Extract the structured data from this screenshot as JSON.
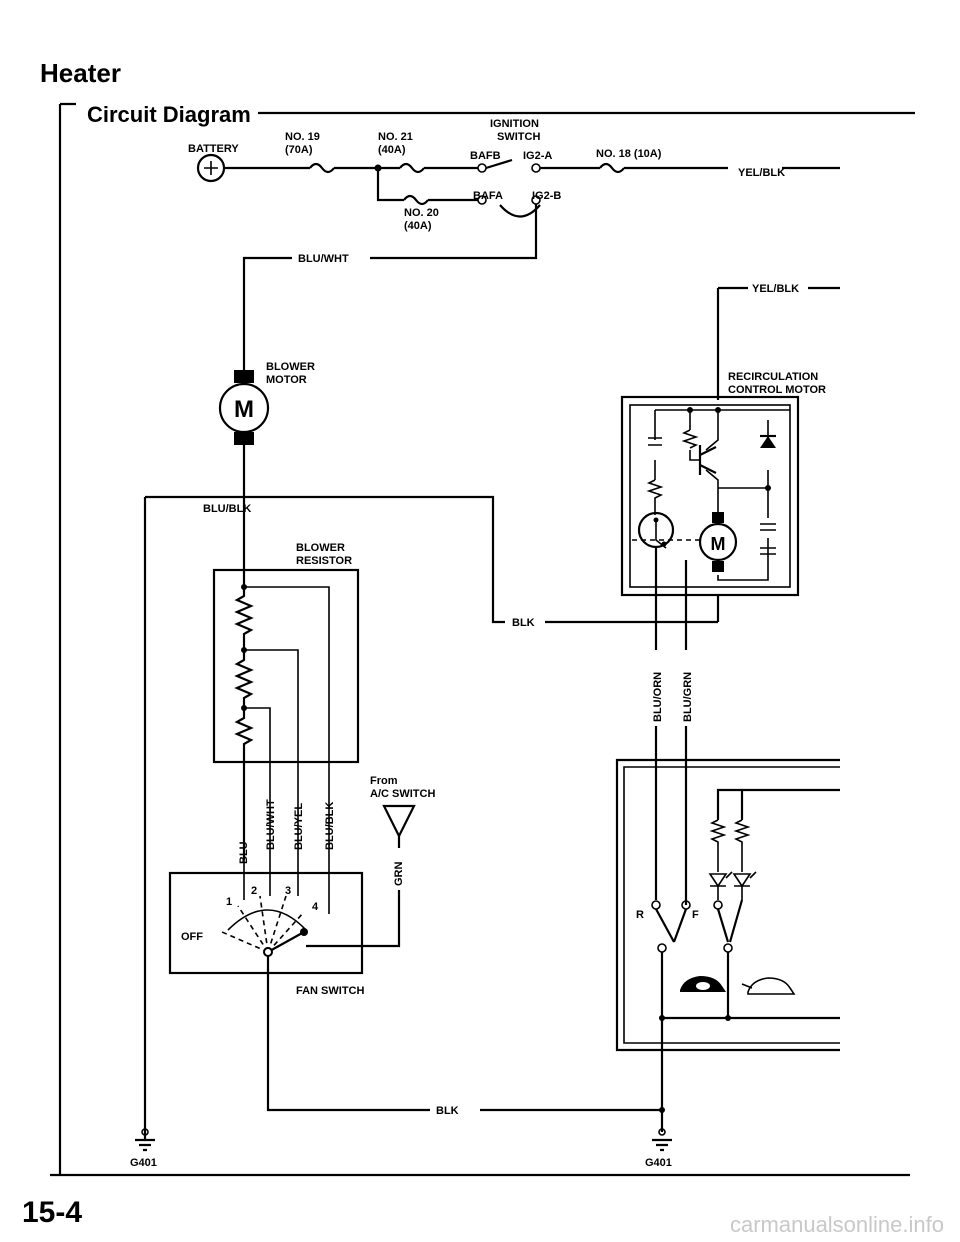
{
  "page": {
    "title": "Heater",
    "section": "Circuit Diagram",
    "page_number": "15-4",
    "watermark": "carmanualsonline.info"
  },
  "power": {
    "battery": "BATTERY",
    "fuse19_name": "NO. 19",
    "fuse19_rating": "(70A)",
    "fuse21_name": "NO. 21",
    "fuse21_rating": "(40A)",
    "fuse20_name": "NO. 20",
    "fuse20_rating": "(40A)",
    "ignition_line1": "IGNITION",
    "ignition_line2": "SWITCH",
    "bafb": "BAFB",
    "bafa": "BAFA",
    "ig2a": "IG2-A",
    "ig2b": "IG2-B",
    "fuse18": "NO. 18 (10A)"
  },
  "wires": {
    "yel_blk_top": "YEL/BLK",
    "yel_blk_right": "YEL/BLK",
    "blu_wht_top": "BLU/WHT",
    "blu_blk": "BLU/BLK",
    "blk_mid": "BLK",
    "blk_bottom": "BLK",
    "blu": "BLU",
    "blu_wht": "BLU/WHT",
    "blu_yel": "BLU/YEL",
    "blu_blk_v": "BLU/BLK",
    "grn": "GRN",
    "blu_orn": "BLU/ORN",
    "blu_grn": "BLU/GRN"
  },
  "components": {
    "blower_motor_1": "BLOWER",
    "blower_motor_2": "MOTOR",
    "motor_symbol": "M",
    "recirc_1": "RECIRCULATION",
    "recirc_2": "CONTROL MOTOR",
    "recirc_motor_symbol": "M",
    "resistor_1": "BLOWER",
    "resistor_2": "RESISTOR",
    "from": "From",
    "ac_switch": "A/C SWITCH",
    "fan_switch": "FAN SWITCH",
    "off": "OFF",
    "pos1": "1",
    "pos2": "2",
    "pos3": "3",
    "pos4": "4",
    "r_label": "R",
    "f_label": "F",
    "ground_left": "G401",
    "ground_right": "G401"
  }
}
